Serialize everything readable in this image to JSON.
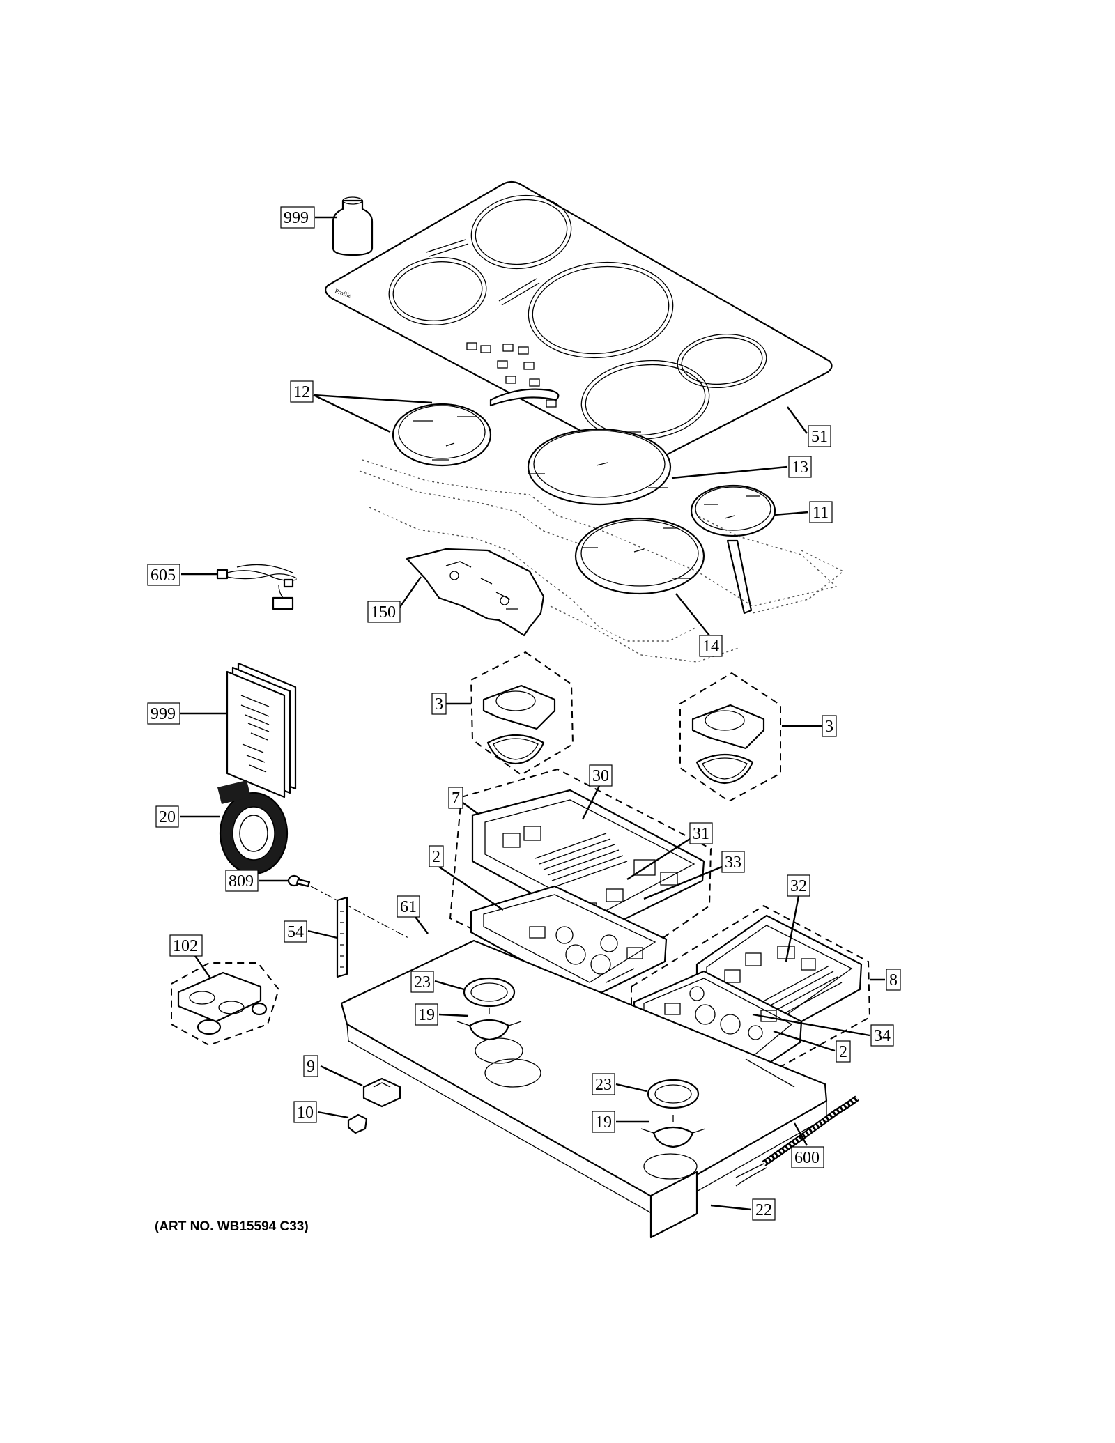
{
  "art_number": "(ART NO. WB15594 C33)",
  "brand_mark": "Profile",
  "callouts": {
    "c999a": "999",
    "c12": "12",
    "c51": "51",
    "c13": "13",
    "c11": "11",
    "c605": "605",
    "c150": "150",
    "c14": "14",
    "c3a": "3",
    "c3b": "3",
    "c999b": "999",
    "c30": "30",
    "c7": "7",
    "c31": "31",
    "c20": "20",
    "c2a": "2",
    "c33": "33",
    "c32": "32",
    "c809": "809",
    "c61": "61",
    "c54": "54",
    "c102": "102",
    "c23a": "23",
    "c8": "8",
    "c19a": "19",
    "c34": "34",
    "c2b": "2",
    "c9": "9",
    "c23b": "23",
    "c10": "10",
    "c19b": "19",
    "c600": "600",
    "c22": "22"
  }
}
